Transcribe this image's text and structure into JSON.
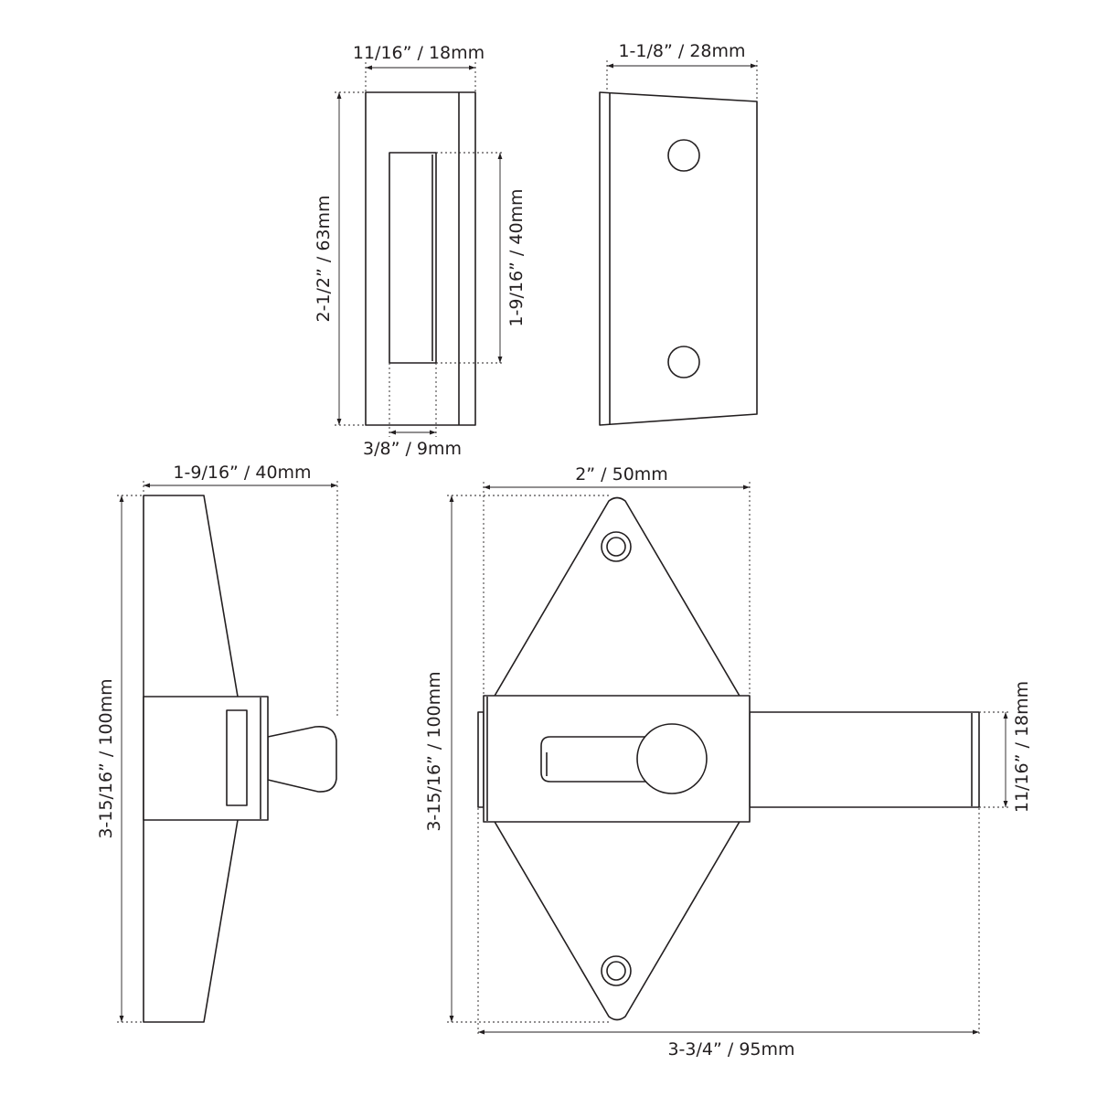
{
  "dimensions": {
    "strike_width": "11/16” / 18mm",
    "strike_height": "2-1/2” / 63mm",
    "strike_slot_height": "1-9/16” / 40mm",
    "strike_slot_width": "3/8” / 9mm",
    "strike_side_width": "1-1/8” / 28mm",
    "latch_side_depth": "1-9/16” / 40mm",
    "latch_side_height": "3-15/16” / 100mm",
    "latch_plate_width": "2” / 50mm",
    "latch_front_height": "3-15/16” / 100mm",
    "bolt_height": "11/16” / 18mm",
    "latch_overall_length": "3-3/4” / 95mm"
  }
}
